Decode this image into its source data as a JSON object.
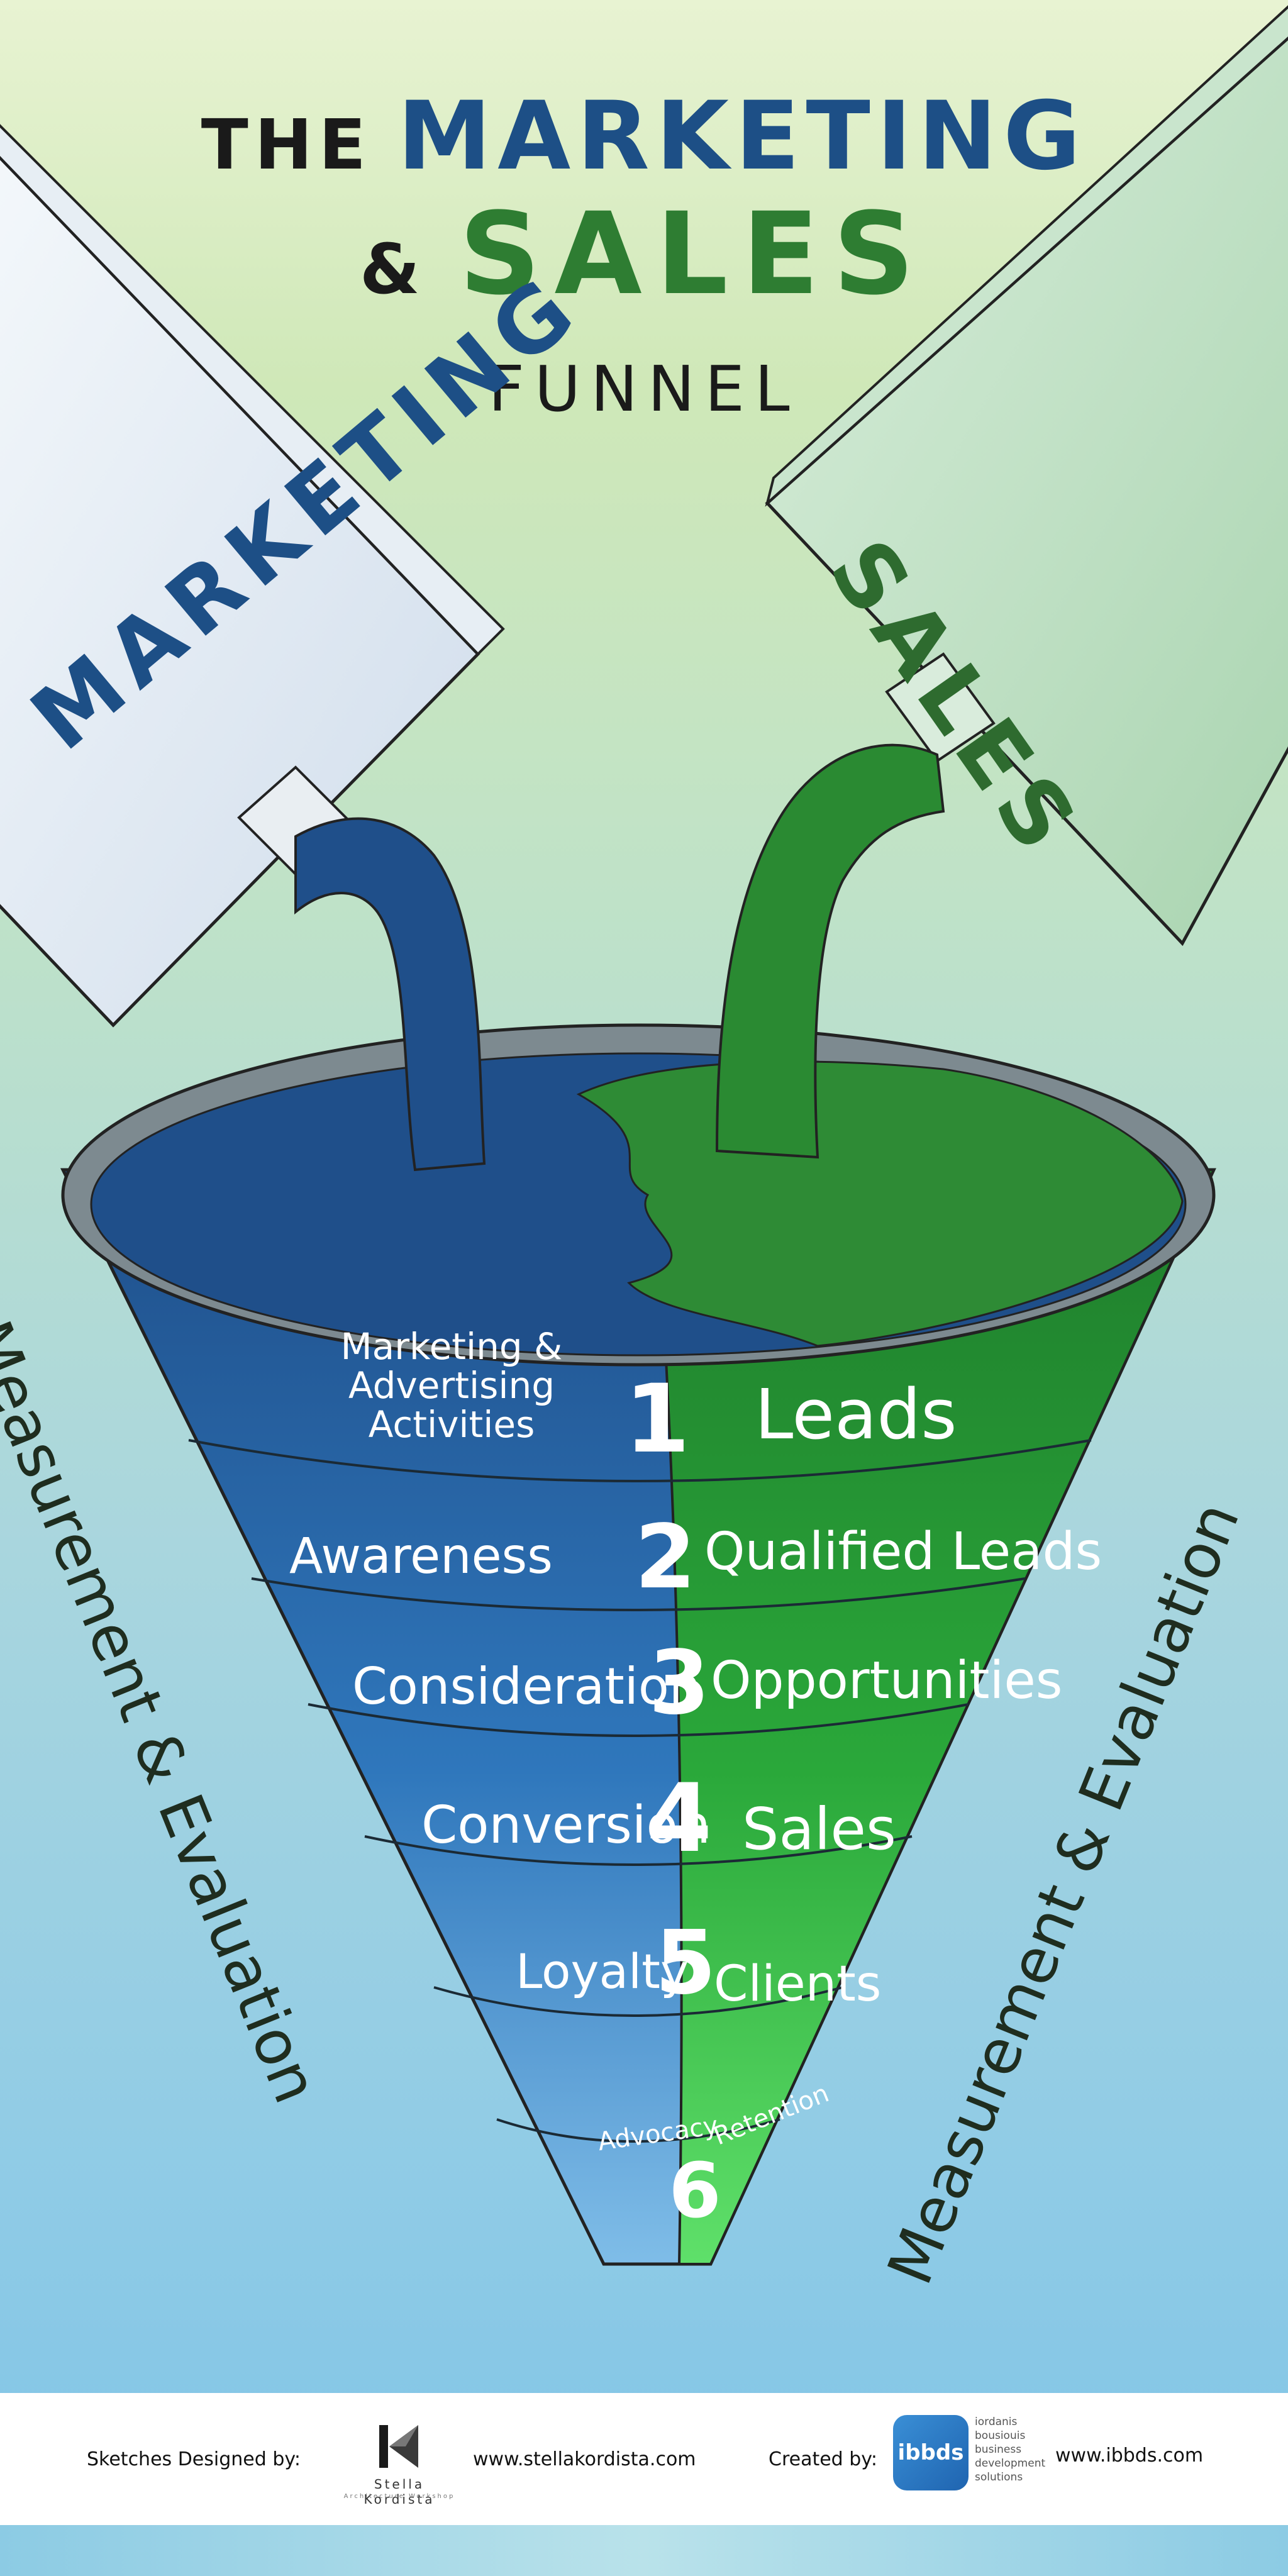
{
  "title": {
    "line1_prefix": "THE",
    "line1_main": "MARKETING",
    "line2_prefix": "&",
    "line2_main": "SALES",
    "line3": "FUNNEL"
  },
  "cartons": {
    "marketing": "MARKETING",
    "sales": "SALES"
  },
  "stages": [
    {
      "number": "1",
      "left": [
        "Marketing &",
        "Advertising",
        "Activities"
      ],
      "right": "Leads"
    },
    {
      "number": "2",
      "left": [
        "Awareness"
      ],
      "right": "Qualified Leads"
    },
    {
      "number": "3",
      "left": [
        "Consideration"
      ],
      "right": "Opportunities"
    },
    {
      "number": "4",
      "left": [
        "Conversion"
      ],
      "right": "Sales"
    },
    {
      "number": "5",
      "left": [
        "Loyalty"
      ],
      "right": "Clients"
    },
    {
      "number": "6",
      "left": [
        "Advocacy"
      ],
      "right": "Retention"
    }
  ],
  "side_labels": {
    "left": "Measurement & Evaluation",
    "right": "Measurement & Evaluation"
  },
  "footer": {
    "sketches_label": "Sketches Designed by:",
    "sketch_logo_name": "Stella Kordista",
    "sketch_logo_sub": "Architecture Workshop",
    "sketch_url": "www.stellakordista.com",
    "created_label": "Created by:",
    "ibbds_logo": "ibbds",
    "ibbds_text": [
      "iordanis",
      "bousiouis",
      "business",
      "development",
      "solutions"
    ],
    "ibbds_url": "www.ibbds.com"
  },
  "colors": {
    "marketing_blue": "#1d4f86",
    "sales_green": "#2e7d32",
    "funnel_rim": "#7d8a90"
  }
}
